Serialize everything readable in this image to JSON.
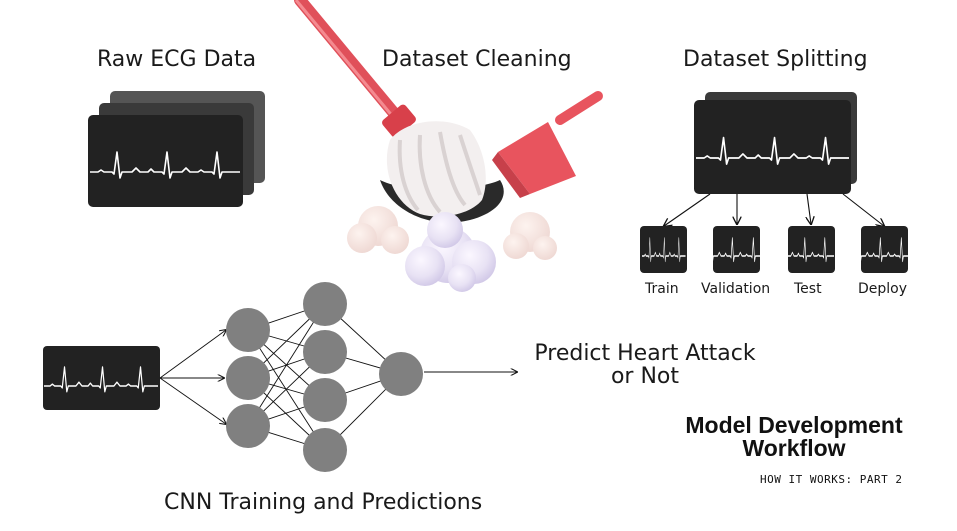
{
  "sections": {
    "raw": "Raw ECG Data",
    "cleaning": "Dataset Cleaning",
    "splitting": "Dataset Splitting",
    "cnn": "CNN Training and Predictions"
  },
  "splits": [
    "Train",
    "Validation",
    "Test",
    "Deploy"
  ],
  "predict": {
    "line1": "Predict Heart Attack",
    "line2": "or Not"
  },
  "workflow": {
    "title_line1": "Model Development",
    "title_line2": "Workflow",
    "subtitle": "HOW IT WORKS: PART 2"
  },
  "colors": {
    "card": "#222222",
    "card_back1": "#3a3a3a",
    "card_back2": "#555555",
    "node": "#808080",
    "mop_handle": "#e0505a",
    "dustpan": "#e8545e"
  },
  "icons": [
    "ecg-card-icon",
    "mop-icon",
    "dustpan-icon",
    "dust-cloud-icon",
    "neural-network-icon"
  ]
}
